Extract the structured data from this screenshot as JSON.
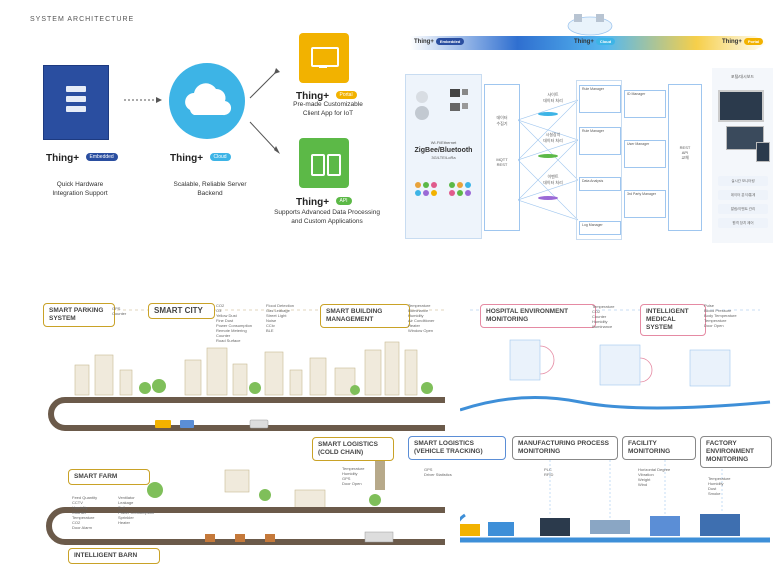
{
  "section_title": "SYSTEM ARCHITECTURE",
  "colors": {
    "embedded": "#2a4ea0",
    "cloud": "#3db4e6",
    "portal": "#f2b200",
    "api": "#5cb947",
    "road": "#6b5a4a",
    "blue_road": "#3e8fd8"
  },
  "arch": {
    "embedded": {
      "brand": "Thing+",
      "pill": "Embedded",
      "caption1": "Quick Hardware",
      "caption2": "Integration Support"
    },
    "cloud": {
      "brand": "Thing+",
      "pill": "Cloud",
      "caption1": "Scalable, Reliable Server",
      "caption2": "Backend"
    },
    "portal": {
      "brand": "Thing+",
      "pill": "Portal",
      "caption1": "Pre-made Customizable",
      "caption2": "Client App for IoT"
    },
    "api": {
      "brand": "Thing+",
      "pill": "API",
      "caption1": "Supports Advanced Data Processing",
      "caption2": "and Custom Applications"
    }
  },
  "flow": {
    "banner": [
      {
        "brand": "Thing+",
        "pill": "Embedded"
      },
      {
        "brand": "Thing+",
        "pill": "Cloud"
      },
      {
        "brand": "Thing+",
        "pill": "Portal"
      }
    ],
    "left_text": [
      "Wi-Fi/Ethernet",
      "ZigBee/Bluetooth",
      "3G/LTE/LoRa"
    ],
    "hub": [
      "데이터",
      "수집기"
    ],
    "protocols": [
      "MQTT",
      "REST"
    ],
    "channels": [
      "사이트",
      "데이터 처리",
      "시설장치",
      "데이터 처리",
      "이벤트",
      "데이터 처리"
    ],
    "modules": [
      "Rule Manager",
      "Rule Manager",
      "Data Analysis",
      "Log Manager",
      "ID Manager",
      "User Manager",
      "3rd Party Manager"
    ],
    "api_box": [
      "REST",
      "API",
      "교체"
    ],
    "portal_title": "포털/대시보드",
    "portal_buttons": [
      "실시간 모니터링",
      "데이터 분석/통계",
      "알림/이벤트 관리",
      "원격 장치 제어"
    ]
  },
  "smart": {
    "parking": {
      "title": "SMART PARKING SYSTEM",
      "items": "GPS\nCounter"
    },
    "city": {
      "title": "SMART CITY",
      "items1": "CO2\nO3\nYellow Dust\nFine Dust\nPower Consumption\nRemote Metering\nCounter\nRoad Surface",
      "items2": "Flood Detection\nGas Leakage\nStreet Light\nNoise\nCCtv\nBLE"
    },
    "building": {
      "title": "SMART BUILDING MANAGEMENT",
      "items": "Temperature\nIlluminance\nHumidity\nAir Conditioner\nHeater\nWindow Open"
    },
    "hospital": {
      "title": "HOSPITAL ENVIRONMENT MONITORING",
      "items": "Temperature\nCO2\nCounter\nHumidity\nIlluminance"
    },
    "medical": {
      "title": "INTELLIGENT MEDICAL SYSTEM",
      "items": "Pulse\nBlood Pressure\nBody Temperature\nTemperature\nDoor Open"
    },
    "farm": {
      "title": "SMART FARM",
      "items1": "Feed Quantity\nCCTV\nHumidity\nCounter\nTemperature\nCO2\nDoor Alarm",
      "items2": "Ventilator\nLeakage\nSoil\nPower Consumption\nSprinkler\nHeater"
    },
    "barn": {
      "title": "INTELLIGENT BARN"
    },
    "cold": {
      "title": "SMART LOGISTICS (COLD CHAIN)",
      "items": "Temperature\nHumidity\nGPS\nDoor Open"
    },
    "vehicle": {
      "title": "SMART LOGISTICS (VEHICLE TRACKING)",
      "items": "GPS\nDriver Statistics"
    },
    "manufacturing": {
      "title": "MANUFACTURING PROCESS MONITORING",
      "items": "PLC\nRFID"
    },
    "facility": {
      "title": "FACILITY MONITORING",
      "items": "Horizontal Degree\nVibration\nWeight\nWind"
    },
    "factory": {
      "title": "FACTORY ENVIRONMENT MONITORING",
      "items": "Temperature\nHumidity\nDust\nSmoke"
    }
  }
}
